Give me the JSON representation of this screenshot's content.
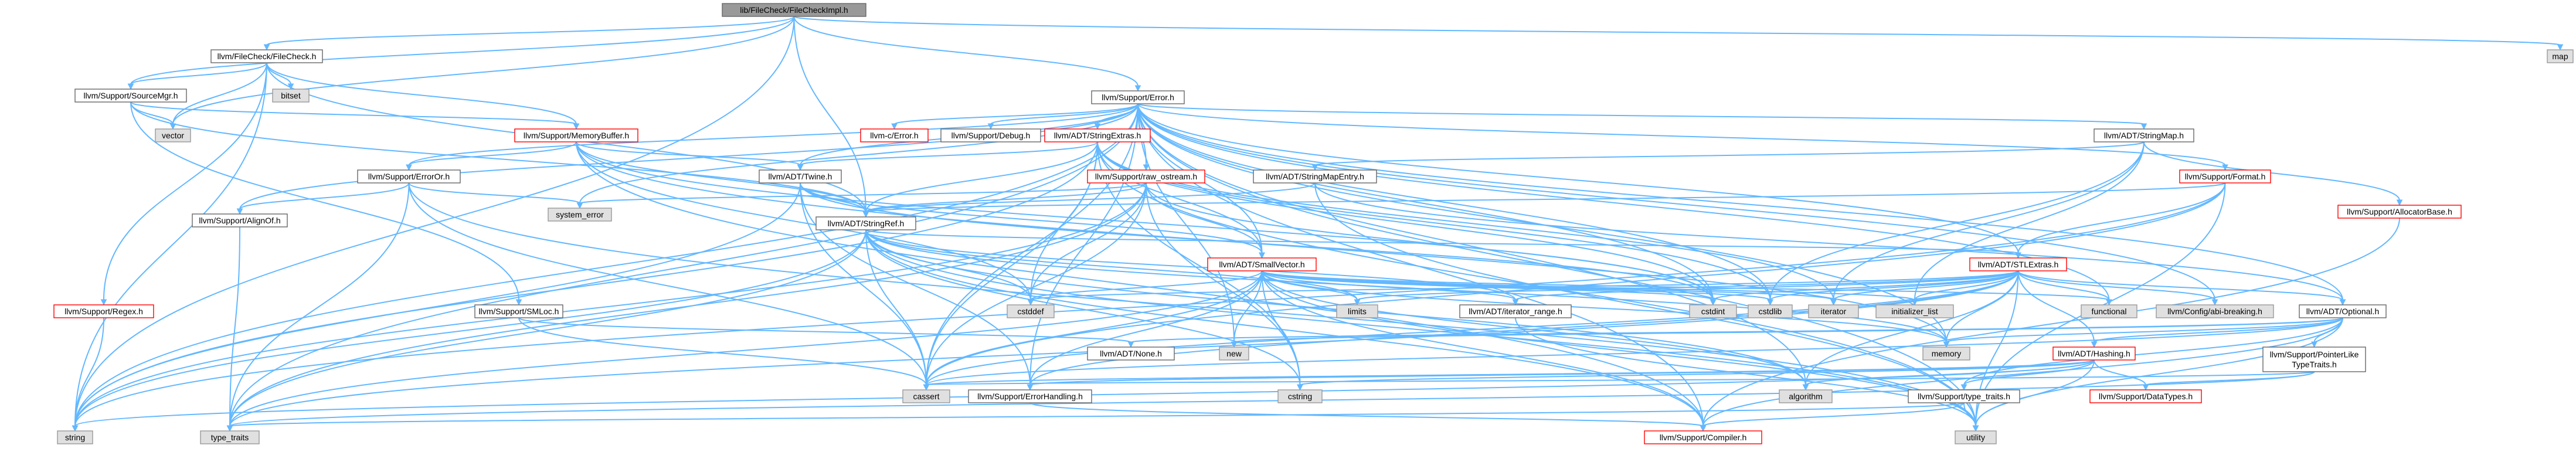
{
  "colors": {
    "edge": "#63b8ff",
    "root_fill": "#999999",
    "root_stroke": "#666666",
    "header_fill": "#ffffff",
    "header_stroke": "#666666",
    "system_fill": "#e0e0e0",
    "system_stroke": "#999999",
    "external_stroke": "#ff0000",
    "text": "#000000"
  },
  "nodes": [
    {
      "id": "root",
      "label": "lib/FileCheck/FileCheckImpl.h",
      "kind": "root"
    },
    {
      "id": "fc",
      "label": "llvm/FileCheck/FileCheck.h",
      "kind": "header"
    },
    {
      "id": "bitset",
      "label": "bitset",
      "kind": "system"
    },
    {
      "id": "map",
      "label": "map",
      "kind": "system"
    },
    {
      "id": "srcmgr",
      "label": "llvm/Support/SourceMgr.h",
      "kind": "header"
    },
    {
      "id": "vector",
      "label": "vector",
      "kind": "system"
    },
    {
      "id": "regex",
      "label": "llvm/Support/Regex.h",
      "kind": "external"
    },
    {
      "id": "error",
      "label": "llvm/Support/Error.h",
      "kind": "header"
    },
    {
      "id": "membuf",
      "label": "llvm/Support/MemoryBuffer.h",
      "kind": "external"
    },
    {
      "id": "cerror",
      "label": "llvm-c/Error.h",
      "kind": "external"
    },
    {
      "id": "debug",
      "label": "llvm/Support/Debug.h",
      "kind": "header"
    },
    {
      "id": "strextras",
      "label": "llvm/ADT/StringExtras.h",
      "kind": "external"
    },
    {
      "id": "stringmap",
      "label": "llvm/ADT/StringMap.h",
      "kind": "header"
    },
    {
      "id": "format",
      "label": "llvm/Support/Format.h",
      "kind": "external"
    },
    {
      "id": "erroror",
      "label": "llvm/Support/ErrorOr.h",
      "kind": "header"
    },
    {
      "id": "twine",
      "label": "llvm/ADT/Twine.h",
      "kind": "header"
    },
    {
      "id": "rawostream",
      "label": "llvm/Support/raw_ostream.h",
      "kind": "external"
    },
    {
      "id": "smentry",
      "label": "llvm/ADT/StringMapEntry.h",
      "kind": "header"
    },
    {
      "id": "allocbase",
      "label": "llvm/Support/AllocatorBase.h",
      "kind": "external"
    },
    {
      "id": "sysError",
      "label": "system_error",
      "kind": "system"
    },
    {
      "id": "alignof",
      "label": "llvm/Support/AlignOf.h",
      "kind": "header"
    },
    {
      "id": "stringref",
      "label": "llvm/ADT/StringRef.h",
      "kind": "header"
    },
    {
      "id": "smallvec",
      "label": "llvm/ADT/SmallVector.h",
      "kind": "external"
    },
    {
      "id": "stlextras",
      "label": "llvm/ADT/STLExtras.h",
      "kind": "external"
    },
    {
      "id": "smloc",
      "label": "llvm/Support/SMLoc.h",
      "kind": "header"
    },
    {
      "id": "cstddef",
      "label": "cstddef",
      "kind": "system"
    },
    {
      "id": "limits",
      "label": "limits",
      "kind": "system"
    },
    {
      "id": "iterrange",
      "label": "llvm/ADT/iterator_range.h",
      "kind": "header"
    },
    {
      "id": "cstdint",
      "label": "cstdint",
      "kind": "system"
    },
    {
      "id": "cstdlib",
      "label": "cstdlib",
      "kind": "system"
    },
    {
      "id": "iterator",
      "label": "iterator",
      "kind": "system"
    },
    {
      "id": "initlist",
      "label": "initializer_list",
      "kind": "system"
    },
    {
      "id": "functional",
      "label": "functional",
      "kind": "system"
    },
    {
      "id": "cfgbreak",
      "label": "llvm/Config/abi-breaking.h",
      "kind": "system"
    },
    {
      "id": "optional",
      "label": "llvm/ADT/Optional.h",
      "kind": "header"
    },
    {
      "id": "none",
      "label": "llvm/ADT/None.h",
      "kind": "header"
    },
    {
      "id": "new",
      "label": "new",
      "kind": "system"
    },
    {
      "id": "memory",
      "label": "memory",
      "kind": "system"
    },
    {
      "id": "hashing",
      "label": "llvm/ADT/Hashing.h",
      "kind": "external"
    },
    {
      "id": "ptrlike",
      "label": "llvm/Support/PointerLike\nTypeTraits.h",
      "kind": "header"
    },
    {
      "id": "cassert",
      "label": "cassert",
      "kind": "system"
    },
    {
      "id": "errhandling",
      "label": "llvm/Support/ErrorHandling.h",
      "kind": "header"
    },
    {
      "id": "cstring",
      "label": "cstring",
      "kind": "system"
    },
    {
      "id": "algorithm",
      "label": "algorithm",
      "kind": "system"
    },
    {
      "id": "typetraitsllvm",
      "label": "llvm/Support/type_traits.h",
      "kind": "header"
    },
    {
      "id": "datatypes",
      "label": "llvm/Support/DataTypes.h",
      "kind": "external"
    },
    {
      "id": "string",
      "label": "string",
      "kind": "system"
    },
    {
      "id": "typetraits",
      "label": "type_traits",
      "kind": "system"
    },
    {
      "id": "compiler",
      "label": "llvm/Support/Compiler.h",
      "kind": "external"
    },
    {
      "id": "utility",
      "label": "utility",
      "kind": "system"
    }
  ],
  "edges": [
    [
      "root",
      "fc"
    ],
    [
      "root",
      "map"
    ],
    [
      "root",
      "srcmgr"
    ],
    [
      "root",
      "error"
    ],
    [
      "root",
      "stringref"
    ],
    [
      "root",
      "string"
    ],
    [
      "root",
      "vector"
    ],
    [
      "fc",
      "bitset"
    ],
    [
      "fc",
      "srcmgr"
    ],
    [
      "fc",
      "membuf"
    ],
    [
      "fc",
      "regex"
    ],
    [
      "fc",
      "vector"
    ],
    [
      "fc",
      "string"
    ],
    [
      "fc",
      "stringref"
    ],
    [
      "srcmgr",
      "vector"
    ],
    [
      "srcmgr",
      "membuf"
    ],
    [
      "srcmgr",
      "smloc"
    ],
    [
      "srcmgr",
      "stringref"
    ],
    [
      "regex",
      "string"
    ],
    [
      "error",
      "cerror"
    ],
    [
      "error",
      "debug"
    ],
    [
      "error",
      "strextras"
    ],
    [
      "error",
      "stringmap"
    ],
    [
      "error",
      "format"
    ],
    [
      "error",
      "erroror"
    ],
    [
      "error",
      "twine"
    ],
    [
      "error",
      "rawostream"
    ],
    [
      "error",
      "smallvec"
    ],
    [
      "error",
      "stlextras"
    ],
    [
      "error",
      "cfgbreak"
    ],
    [
      "error",
      "optional"
    ],
    [
      "error",
      "cassert"
    ],
    [
      "error",
      "algorithm"
    ],
    [
      "error",
      "compiler"
    ],
    [
      "error",
      "errhandling"
    ],
    [
      "error",
      "cstdint"
    ],
    [
      "error",
      "cstdlib"
    ],
    [
      "error",
      "functional"
    ],
    [
      "error",
      "memory"
    ],
    [
      "error",
      "new"
    ],
    [
      "error",
      "string"
    ],
    [
      "error",
      "sysError"
    ],
    [
      "error",
      "typetraits"
    ],
    [
      "error",
      "utility"
    ],
    [
      "error",
      "alignof"
    ],
    [
      "membuf",
      "erroror"
    ],
    [
      "membuf",
      "twine"
    ],
    [
      "membuf",
      "stringref"
    ],
    [
      "membuf",
      "cstddef"
    ],
    [
      "membuf",
      "cstdint"
    ],
    [
      "membuf",
      "memory"
    ],
    [
      "membuf",
      "compiler"
    ],
    [
      "strextras",
      "smallvec"
    ],
    [
      "strextras",
      "twine"
    ],
    [
      "strextras",
      "stringref"
    ],
    [
      "strextras",
      "iterator"
    ],
    [
      "strextras",
      "cassert"
    ],
    [
      "strextras",
      "cstddef"
    ],
    [
      "strextras",
      "cstdint"
    ],
    [
      "strextras",
      "cstdlib"
    ],
    [
      "strextras",
      "cstring"
    ],
    [
      "strextras",
      "string"
    ],
    [
      "strextras",
      "utility"
    ],
    [
      "stringmap",
      "smentry"
    ],
    [
      "stringmap",
      "iterator"
    ],
    [
      "stringmap",
      "allocbase"
    ],
    [
      "stringmap",
      "initlist"
    ],
    [
      "stringmap",
      "cstdlib"
    ],
    [
      "format",
      "stlextras"
    ],
    [
      "format",
      "stringref"
    ],
    [
      "format",
      "cassert"
    ],
    [
      "format",
      "string"
    ],
    [
      "format",
      "utility"
    ],
    [
      "erroror",
      "alignof"
    ],
    [
      "erroror",
      "cassert"
    ],
    [
      "erroror",
      "sysError"
    ],
    [
      "erroror",
      "typetraits"
    ],
    [
      "erroror",
      "utility"
    ],
    [
      "twine",
      "smallvec"
    ],
    [
      "twine",
      "stringref"
    ],
    [
      "twine",
      "errhandling"
    ],
    [
      "twine",
      "cassert"
    ],
    [
      "twine",
      "cstdint"
    ],
    [
      "twine",
      "string"
    ],
    [
      "rawostream",
      "smallvec"
    ],
    [
      "rawostream",
      "stringref"
    ],
    [
      "rawostream",
      "cassert"
    ],
    [
      "rawostream",
      "cstddef"
    ],
    [
      "rawostream",
      "cstdint"
    ],
    [
      "rawostream",
      "cstring"
    ],
    [
      "rawostream",
      "string"
    ],
    [
      "rawostream",
      "sysError"
    ],
    [
      "rawostream",
      "typetraits"
    ],
    [
      "smentry",
      "stringref"
    ],
    [
      "smentry",
      "optional"
    ],
    [
      "smentry",
      "utility"
    ],
    [
      "allocbase",
      "compiler"
    ],
    [
      "alignof",
      "typetraits"
    ],
    [
      "stringref",
      "stlextras"
    ],
    [
      "stringref",
      "iterrange"
    ],
    [
      "stringref",
      "compiler"
    ],
    [
      "stringref",
      "algorithm"
    ],
    [
      "stringref",
      "cassert"
    ],
    [
      "stringref",
      "cstddef"
    ],
    [
      "stringref",
      "cstring"
    ],
    [
      "stringref",
      "limits"
    ],
    [
      "stringref",
      "string"
    ],
    [
      "stringref",
      "typetraits"
    ],
    [
      "stringref",
      "utility"
    ],
    [
      "stringref",
      "memory"
    ],
    [
      "smallvec",
      "iterrange"
    ],
    [
      "smallvec",
      "compiler"
    ],
    [
      "smallvec",
      "errhandling"
    ],
    [
      "smallvec",
      "algorithm"
    ],
    [
      "smallvec",
      "cassert"
    ],
    [
      "smallvec",
      "cstddef"
    ],
    [
      "smallvec",
      "cstdlib"
    ],
    [
      "smallvec",
      "cstring"
    ],
    [
      "smallvec",
      "functional"
    ],
    [
      "smallvec",
      "initlist"
    ],
    [
      "smallvec",
      "iterator"
    ],
    [
      "smallvec",
      "limits"
    ],
    [
      "smallvec",
      "memory"
    ],
    [
      "smallvec",
      "new"
    ],
    [
      "smallvec",
      "typetraits"
    ],
    [
      "smallvec",
      "utility"
    ],
    [
      "smallvec",
      "cstdint"
    ],
    [
      "stlextras",
      "hashing"
    ],
    [
      "stlextras",
      "optional"
    ],
    [
      "stlextras",
      "iterrange"
    ],
    [
      "stlextras",
      "cfgbreak"
    ],
    [
      "stlextras",
      "errhandling"
    ],
    [
      "stlextras",
      "algorithm"
    ],
    [
      "stlextras",
      "cassert"
    ],
    [
      "stlextras",
      "cstddef"
    ],
    [
      "stlextras",
      "cstdint"
    ],
    [
      "stlextras",
      "cstdlib"
    ],
    [
      "stlextras",
      "functional"
    ],
    [
      "stlextras",
      "initlist"
    ],
    [
      "stlextras",
      "iterator"
    ],
    [
      "stlextras",
      "limits"
    ],
    [
      "stlextras",
      "memory"
    ],
    [
      "stlextras",
      "tuple"
    ],
    [
      "stlextras",
      "typetraits"
    ],
    [
      "stlextras",
      "utility"
    ],
    [
      "smloc",
      "none"
    ],
    [
      "smloc",
      "cassert"
    ],
    [
      "iterrange",
      "utility"
    ],
    [
      "optional",
      "none"
    ],
    [
      "optional",
      "hashing"
    ],
    [
      "optional",
      "ptrlike"
    ],
    [
      "optional",
      "typetraitsllvm"
    ],
    [
      "optional",
      "compiler"
    ],
    [
      "optional",
      "cassert"
    ],
    [
      "optional",
      "memory"
    ],
    [
      "optional",
      "new"
    ],
    [
      "optional",
      "utility"
    ],
    [
      "hashing",
      "datatypes"
    ],
    [
      "hashing",
      "errhandling"
    ],
    [
      "hashing",
      "typetraitsllvm"
    ],
    [
      "hashing",
      "algorithm"
    ],
    [
      "hashing",
      "cassert"
    ],
    [
      "hashing",
      "cstring"
    ],
    [
      "hashing",
      "string"
    ],
    [
      "hashing",
      "tuple"
    ],
    [
      "hashing",
      "utility"
    ],
    [
      "ptrlike",
      "datatypes"
    ],
    [
      "ptrlike",
      "cassert"
    ],
    [
      "ptrlike",
      "typetraits"
    ],
    [
      "errhandling",
      "compiler"
    ],
    [
      "typetraitsllvm",
      "compiler"
    ],
    [
      "typetraitsllvm",
      "typetraits"
    ],
    [
      "typetraitsllvm",
      "utility"
    ]
  ]
}
